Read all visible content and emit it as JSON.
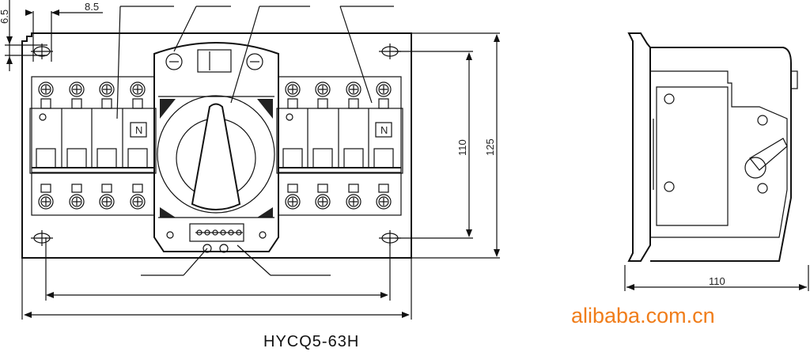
{
  "drawing": {
    "model": "HYCQ5-63H",
    "watermark": "alibaba.com.cn",
    "dimensions": {
      "hole_offset_v": "6.5",
      "hole_offset_h": "8.5",
      "hole_spacing_v": "110",
      "panel_height": "125",
      "side_depth": "110"
    },
    "neutral_label_left": "N",
    "neutral_label_right": "N"
  },
  "colors": {
    "line": "#111111",
    "watermark": "#f07d1a"
  }
}
